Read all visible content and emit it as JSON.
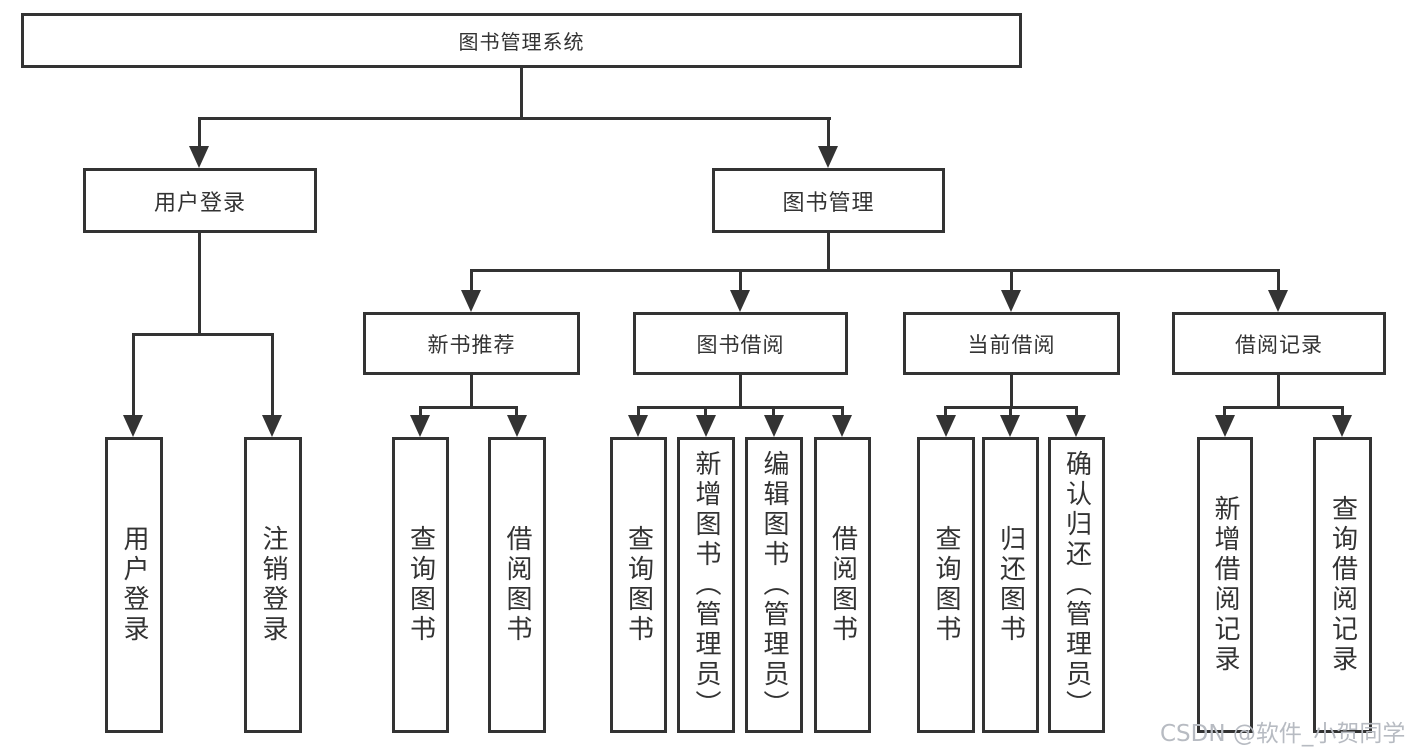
{
  "colors": {
    "line": "#333333",
    "box_border": "#333333",
    "box_background": "#ffffff",
    "text": "#333333",
    "watermark_text": "#b7bbc2"
  },
  "tree": {
    "label": "图书管理系统",
    "children": [
      {
        "label": "用户登录",
        "children": [
          {
            "label": "用户登录"
          },
          {
            "label": "注销登录"
          }
        ]
      },
      {
        "label": "图书管理",
        "children": [
          {
            "label": "新书推荐",
            "children": [
              {
                "label": "查询图书"
              },
              {
                "label": "借阅图书"
              }
            ]
          },
          {
            "label": "图书借阅",
            "children": [
              {
                "label": "查询图书"
              },
              {
                "label": "新增图书（管理员）"
              },
              {
                "label": "编辑图书（管理员）"
              },
              {
                "label": "借阅图书"
              }
            ]
          },
          {
            "label": "当前借阅",
            "children": [
              {
                "label": "查询图书"
              },
              {
                "label": "归还图书"
              },
              {
                "label": "确认归还（管理员）"
              }
            ]
          },
          {
            "label": "借阅记录",
            "children": [
              {
                "label": "新增借阅记录"
              },
              {
                "label": "查询借阅记录"
              }
            ]
          }
        ]
      }
    ]
  },
  "watermark": "CSDN @软件_小贺同学"
}
